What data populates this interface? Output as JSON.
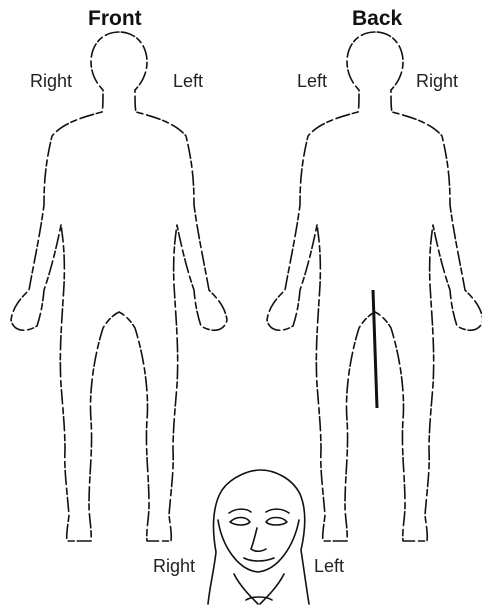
{
  "front": {
    "title": "Front",
    "left_side_label": "Right",
    "right_side_label": "Left"
  },
  "back": {
    "title": "Back",
    "left_side_label": "Left",
    "right_side_label": "Right"
  },
  "head": {
    "left_side_label": "Right",
    "right_side_label": "Left"
  }
}
